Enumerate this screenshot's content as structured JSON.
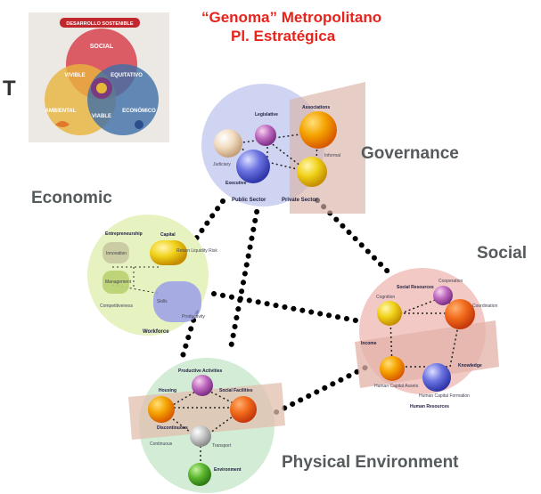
{
  "header": {
    "title_line1": "“Genoma” Metropolitano",
    "title_line2": "Pl. Estratégica"
  },
  "venn": {
    "banner": "DESARROLLO SOSTENIBLE",
    "social": "SOCIAL",
    "vivible": "VIVIBLE",
    "equitativo": "EQUITATIVO",
    "ambiental": "AMBIENTAL",
    "viable": "VIABLE",
    "economico": "ECONÓMICO",
    "colors": {
      "social": "#d9434f",
      "ambiental": "#e9b43c",
      "economico": "#3e6fa8"
    }
  },
  "labels": {
    "governance": "Governance",
    "economic": "Economic",
    "social": "Social",
    "physical": "Physical Environment",
    "stray_glyph": "T"
  },
  "governance": {
    "legislative": "Legislative",
    "associations": "Associations",
    "judiciary": "Judiciary",
    "informal": "Informal",
    "executive": "Executive",
    "public_sector": "Public Sector",
    "private_sector": "Private Sector"
  },
  "economic": {
    "capital": "Capital",
    "return_liquidity_risk": "Return\nLiquidity\nRisk",
    "entrepreneurship": "Entrepreneurship",
    "innovation": "Innovation",
    "management": "Management",
    "competitiveness": "Competitiveness",
    "skills": "Skills",
    "productivity": "Productivity",
    "workforce": "Workforce"
  },
  "social": {
    "social_resources": "Social Resources",
    "cooperation": "Cooperation",
    "cognition": "Cognition",
    "coordination": "Coordination",
    "income": "Income",
    "knowledge": "Knowledge",
    "human_capital_assets": "Human Capital Assets",
    "human_capital_formation": "Human Capital Formation",
    "human_resources": "Human Resources"
  },
  "physical": {
    "productive_activities": "Productive Activities",
    "housing": "Housing",
    "social_facilities": "Social Facilities",
    "discontinuous": "Discontinuous",
    "continuous": "Continuous",
    "transport": "Transport",
    "environment": "Environment"
  }
}
